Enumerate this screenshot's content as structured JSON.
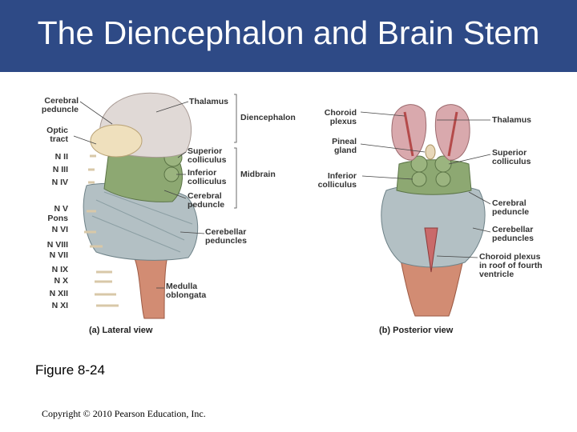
{
  "title": "The Diencephalon and Brain Stem",
  "figure_number": "Figure 8-24",
  "copyright": "Copyright © 2010 Pearson Education, Inc.",
  "lateral": {
    "caption": "(a) Lateral view",
    "labels_left": {
      "cerebral_peduncle": "Cerebral\npeduncle",
      "optic_tract": "Optic\ntract",
      "n_ii": "N II",
      "n_iii": "N III",
      "n_iv": "N IV",
      "n_v": "N V",
      "pons": "Pons",
      "n_vi": "N VI",
      "n_viii": "N VIII",
      "n_vii": "N VII",
      "n_ix": "N IX",
      "n_x": "N X",
      "n_xii": "N XII",
      "n_xi": "N XI"
    },
    "labels_right": {
      "thalamus": "Thalamus",
      "superior_colliculus": "Superior\ncolliculus",
      "inferior_colliculus": "Inferior\ncolliculus",
      "cerebral_peduncle": "Cerebral\npeduncle",
      "cerebellar_peduncles": "Cerebellar\npeduncles",
      "medulla_oblongata": "Medulla\noblongata"
    },
    "brackets": {
      "diencephalon": "Diencephalon",
      "midbrain": "Midbrain"
    }
  },
  "posterior": {
    "caption": "(b) Posterior view",
    "labels_left": {
      "choroid_plexus": "Choroid\nplexus",
      "pineal_gland": "Pineal\ngland",
      "inferior_colliculus": "Inferior\ncolliculus"
    },
    "labels_right": {
      "thalamus": "Thalamus",
      "superior_colliculus": "Superior\ncolliculus",
      "cerebral_peduncle": "Cerebral\npeduncle",
      "cerebellar_peduncles": "Cerebellar\npeduncles",
      "choroid_plexus_fourth": "Choroid plexus\nin roof of fourth\nventricle"
    }
  },
  "colors": {
    "title_bar": "#2e4a86",
    "thalamus": "#e0d9d6",
    "midbrain": "#8da872",
    "pons": "#b3c0c4",
    "medulla": "#d28c73",
    "choroid": "#c96a6a"
  }
}
